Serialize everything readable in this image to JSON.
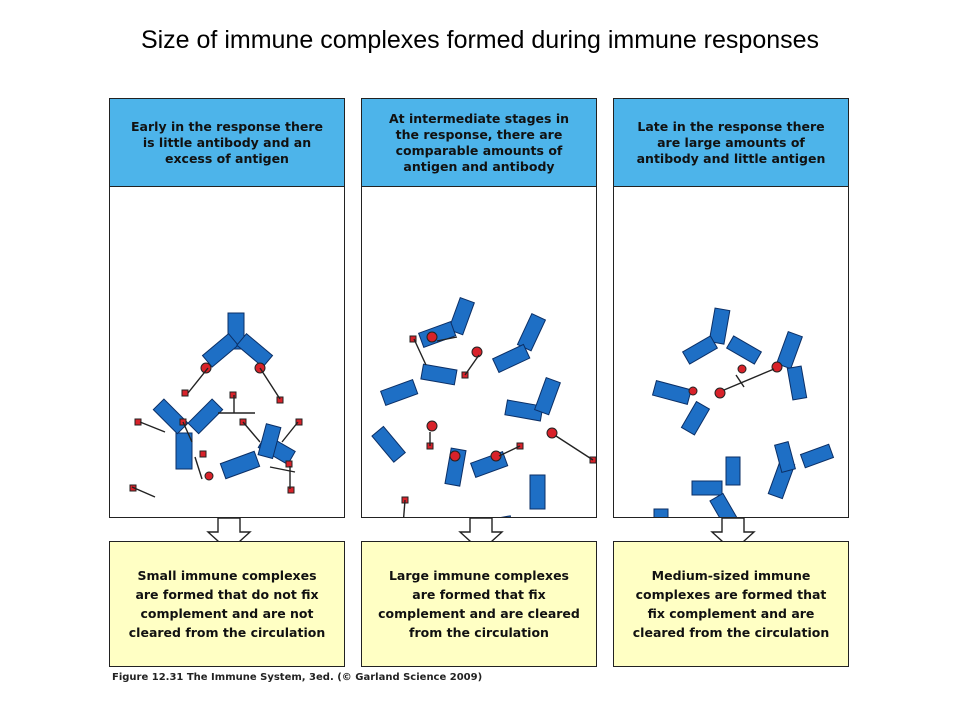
{
  "title": "Size of immune complexes formed during immune responses",
  "panels": [
    {
      "header": "Early in the response there\nis little antibody and an\nexcess of antigen",
      "result": "Small immune complexes\nare formed that do not fix\ncomplement and are not\ncleared from the circulation"
    },
    {
      "header": "At intermediate stages in\nthe response, there are\ncomparable amounts of\nantigen and antibody",
      "result": "Large immune complexes\nare formed that fix\ncomplement and are cleared\nfrom the circulation"
    },
    {
      "header": "Late in the response there\nare large amounts of\nantibody and little antigen",
      "result": "Medium-sized immune\ncomplexes are formed that\nfix complement and are\ncleared from the circulation"
    }
  ],
  "caption": "Figure 12.31 The Immune System, 3ed. (© Garland Science 2009)",
  "colors": {
    "header_bg": "#4db4ea",
    "result_bg": "#ffffc4",
    "antibody_fill": "#1e6fc5",
    "antigen_red": "#d8222a"
  }
}
